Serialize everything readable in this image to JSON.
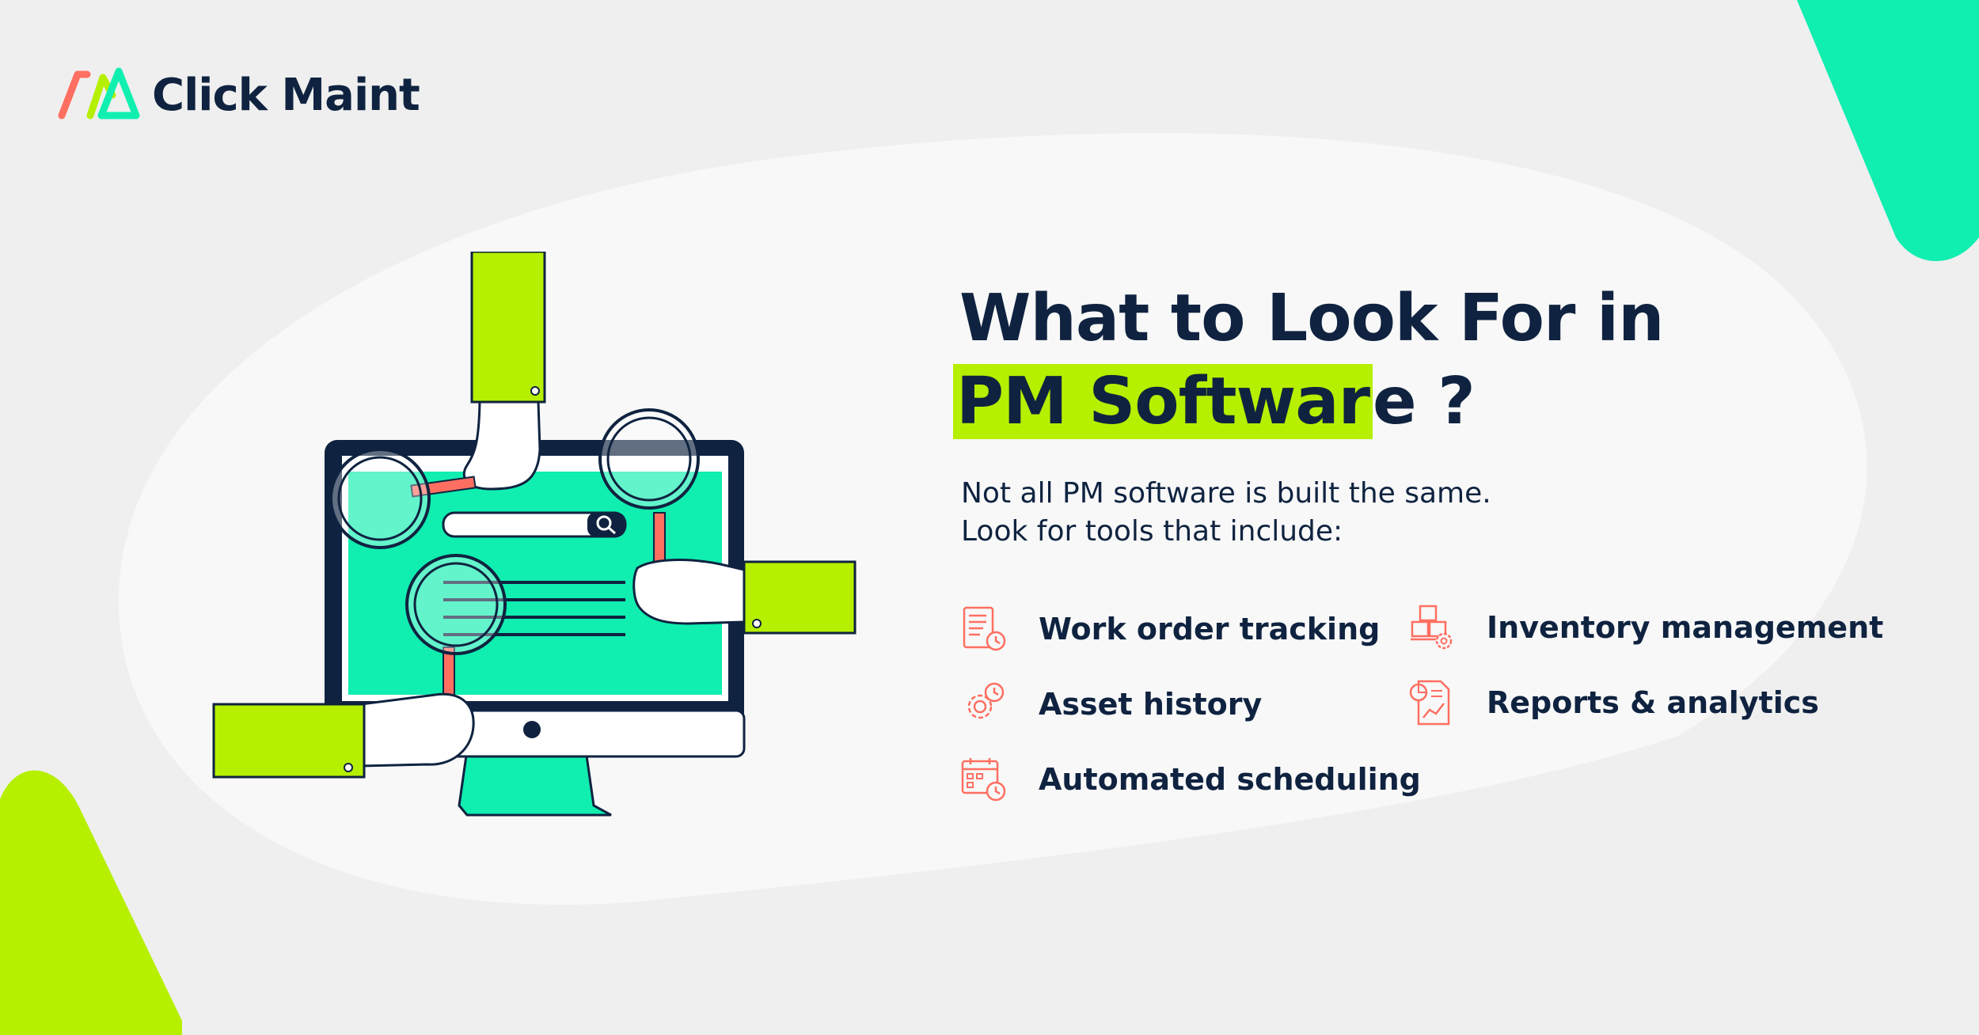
{
  "brand": {
    "name": "Click Maint",
    "colors": {
      "navy": "#0f2340",
      "lime": "#b6ef00",
      "mint": "#0ff0b0",
      "coral": "#ff6f61"
    }
  },
  "heading": {
    "line1": "What to Look For in",
    "line2_highlight": "PM Softwar",
    "line2_rest": "e ?"
  },
  "intro": {
    "line1": "Not all PM software is built the same.",
    "line2": "Look for tools that include:"
  },
  "features": [
    {
      "label": "Work order tracking",
      "icon": "checklist-clock-icon"
    },
    {
      "label": "Asset history",
      "icon": "gear-clock-icon"
    },
    {
      "label": "Automated scheduling",
      "icon": "calendar-clock-icon"
    },
    {
      "label": "Inventory management",
      "icon": "boxes-gear-icon"
    },
    {
      "label": "Reports & analytics",
      "icon": "report-chart-icon"
    }
  ]
}
